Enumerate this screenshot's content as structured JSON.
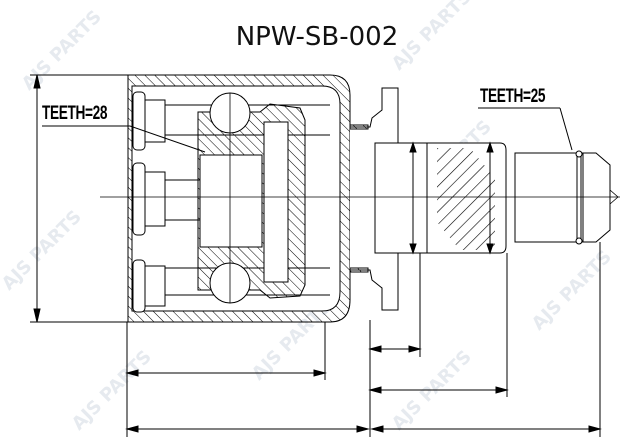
{
  "title": "NPW-SB-002",
  "labels": {
    "teeth_outer": "TEETH=28",
    "teeth_inner": "TEETH=25"
  },
  "watermark": {
    "text": "AJS PARTS",
    "color": "#b9c4d2"
  },
  "colors": {
    "line": "#000000",
    "background": "#ffffff"
  }
}
